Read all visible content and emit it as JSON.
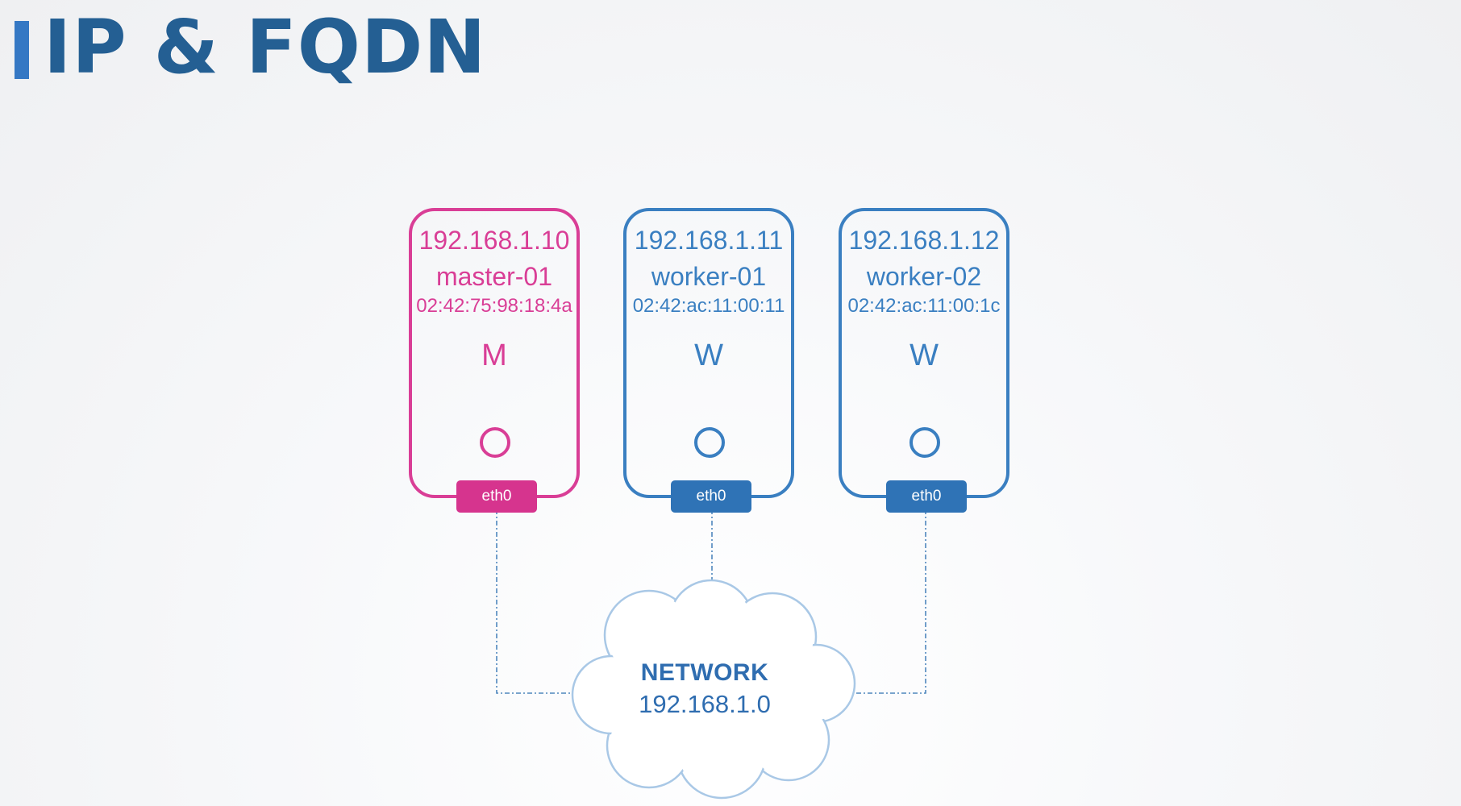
{
  "title": "IP & FQDN",
  "nodes": [
    {
      "ip": "192.168.1.10",
      "hostname": "master-01",
      "mac": "02:42:75:98:18:4a",
      "role": "M",
      "interface": "eth0",
      "color": "#d93e96"
    },
    {
      "ip": "192.168.1.11",
      "hostname": "worker-01",
      "mac": "02:42:ac:11:00:11",
      "role": "W",
      "interface": "eth0",
      "color": "#3a7fc1"
    },
    {
      "ip": "192.168.1.12",
      "hostname": "worker-02",
      "mac": "02:42:ac:11:00:1c",
      "role": "W",
      "interface": "eth0",
      "color": "#3a7fc1"
    }
  ],
  "network": {
    "label": "NETWORK",
    "address": "192.168.1.0"
  },
  "colors": {
    "title": "#245f93",
    "accent_bar": "#3578c4",
    "master": "#d93e96",
    "worker": "#3a7fc1",
    "cloud_stroke": "#a9c8e6"
  }
}
